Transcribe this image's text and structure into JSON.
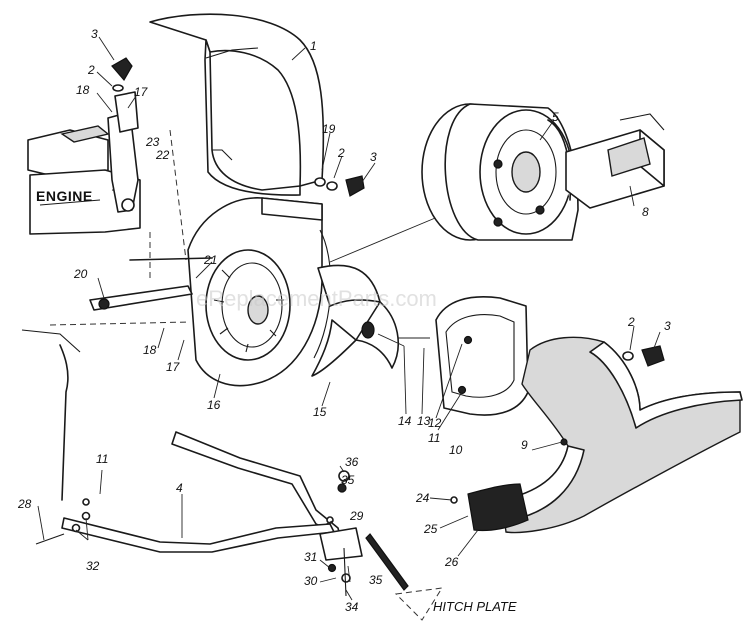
{
  "labels": {
    "engine": "ENGINE",
    "hitch_plate": "HITCH PLATE",
    "watermark": "eReplacementParts.com"
  },
  "callouts": [
    {
      "id": "c1",
      "text": "1"
    },
    {
      "id": "c2a",
      "text": "2"
    },
    {
      "id": "c3a",
      "text": "3"
    },
    {
      "id": "c17a",
      "text": "17"
    },
    {
      "id": "c18a",
      "text": "18"
    },
    {
      "id": "c19",
      "text": "19"
    },
    {
      "id": "c2b",
      "text": "2"
    },
    {
      "id": "c3b",
      "text": "3"
    },
    {
      "id": "c22",
      "text": "22"
    },
    {
      "id": "c23",
      "text": "23"
    },
    {
      "id": "c5",
      "text": "5"
    },
    {
      "id": "c8",
      "text": "8"
    },
    {
      "id": "c20",
      "text": "20"
    },
    {
      "id": "c21",
      "text": "21"
    },
    {
      "id": "c18b",
      "text": "18"
    },
    {
      "id": "c17b",
      "text": "17"
    },
    {
      "id": "c16",
      "text": "16"
    },
    {
      "id": "c15",
      "text": "15"
    },
    {
      "id": "c14",
      "text": "14"
    },
    {
      "id": "c13",
      "text": "13"
    },
    {
      "id": "c12",
      "text": "12"
    },
    {
      "id": "c11a",
      "text": "11"
    },
    {
      "id": "c10",
      "text": "10"
    },
    {
      "id": "c2c",
      "text": "2"
    },
    {
      "id": "c3c",
      "text": "3"
    },
    {
      "id": "c9",
      "text": "9"
    },
    {
      "id": "c11b",
      "text": "11"
    },
    {
      "id": "c4",
      "text": "4"
    },
    {
      "id": "c36",
      "text": "36"
    },
    {
      "id": "c35a",
      "text": "35"
    },
    {
      "id": "c29",
      "text": "29"
    },
    {
      "id": "c28",
      "text": "28"
    },
    {
      "id": "c32",
      "text": "32"
    },
    {
      "id": "c31",
      "text": "31"
    },
    {
      "id": "c30",
      "text": "30"
    },
    {
      "id": "c35b",
      "text": "35"
    },
    {
      "id": "c34",
      "text": "34"
    },
    {
      "id": "c24",
      "text": "24"
    },
    {
      "id": "c25",
      "text": "25"
    },
    {
      "id": "c26",
      "text": "26"
    }
  ]
}
